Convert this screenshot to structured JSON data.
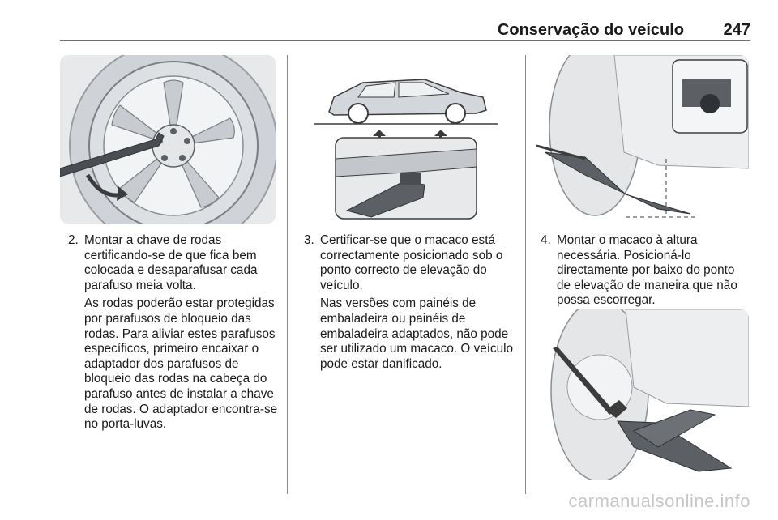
{
  "header": {
    "title": "Conservação do veículo",
    "page_number": "247"
  },
  "steps": [
    {
      "number": "2.",
      "text": "Montar a chave de rodas certificando-se de que fica bem colocada e desaparafusar cada parafuso meia volta.",
      "note": "As rodas poderão estar protegidas por parafusos de bloqueio das rodas. Para aliviar estes parafusos específicos, primeiro encaixar o adaptador dos parafusos de bloqueio das rodas na cabeça do parafuso antes de instalar a chave de rodas. O adaptador encontra-se no porta-luvas."
    },
    {
      "number": "3.",
      "text": "Certificar-se que o macaco está correctamente posicionado sob o ponto correcto de elevação do veículo.",
      "note": "Nas versões com painéis de embaladeira ou painéis de embaladeira adaptados, não pode ser utilizado um macaco. O veículo pode estar danificado."
    },
    {
      "number": "4.",
      "text": "Montar o macaco à altura necessária. Posicioná-lo directamente por baixo do ponto de elevação de maneira que não possa escorregar."
    }
  ],
  "watermark": "carmanualsonline.info",
  "colors": {
    "figure_bg": "#e7e9eb",
    "line_art": "#3c3c3c",
    "text": "#1a1a1a"
  }
}
